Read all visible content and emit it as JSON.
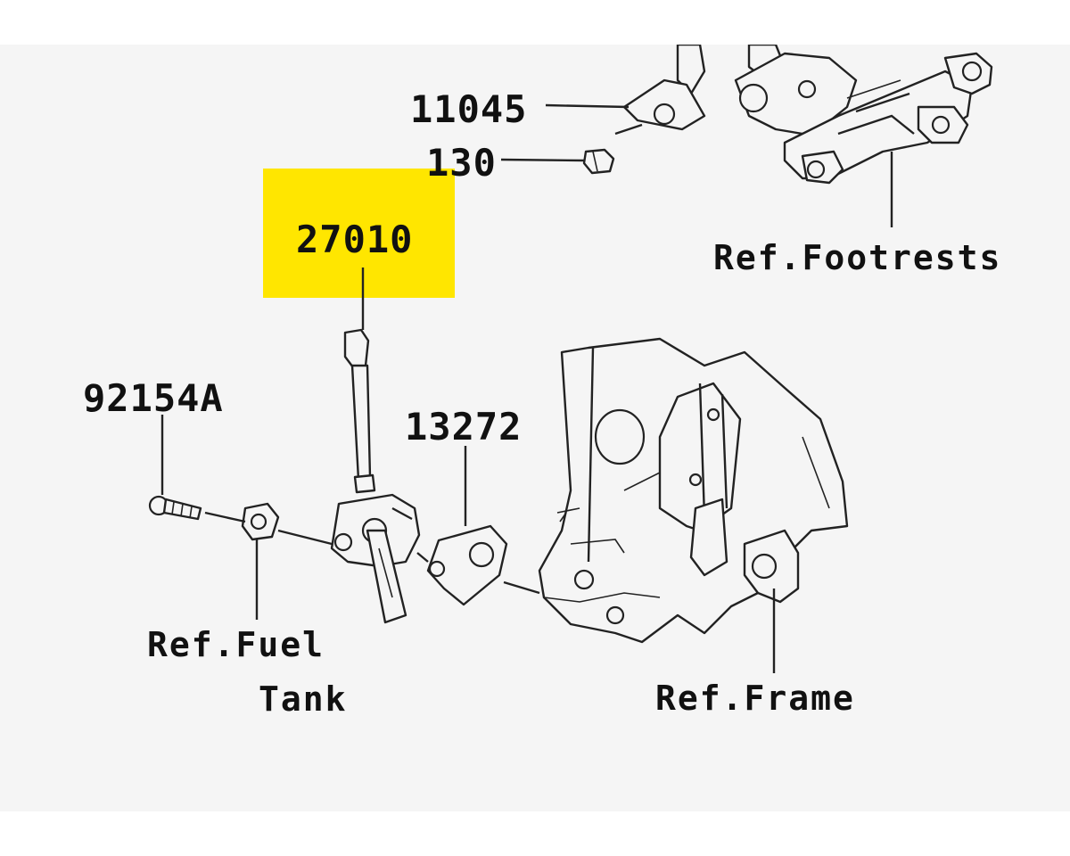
{
  "parts": {
    "p11045": "11045",
    "p130": "130",
    "p27010": "27010",
    "p92154A": "92154A",
    "p13272": "13272"
  },
  "refs": {
    "footrests": "Ref.Footrests",
    "fuel_tank_line1": "Ref.Fuel",
    "fuel_tank_line2": "Tank",
    "frame": "Ref.Frame"
  },
  "colors": {
    "highlight": "#ffe600",
    "line": "#222222",
    "background": "#f5f5f5"
  }
}
